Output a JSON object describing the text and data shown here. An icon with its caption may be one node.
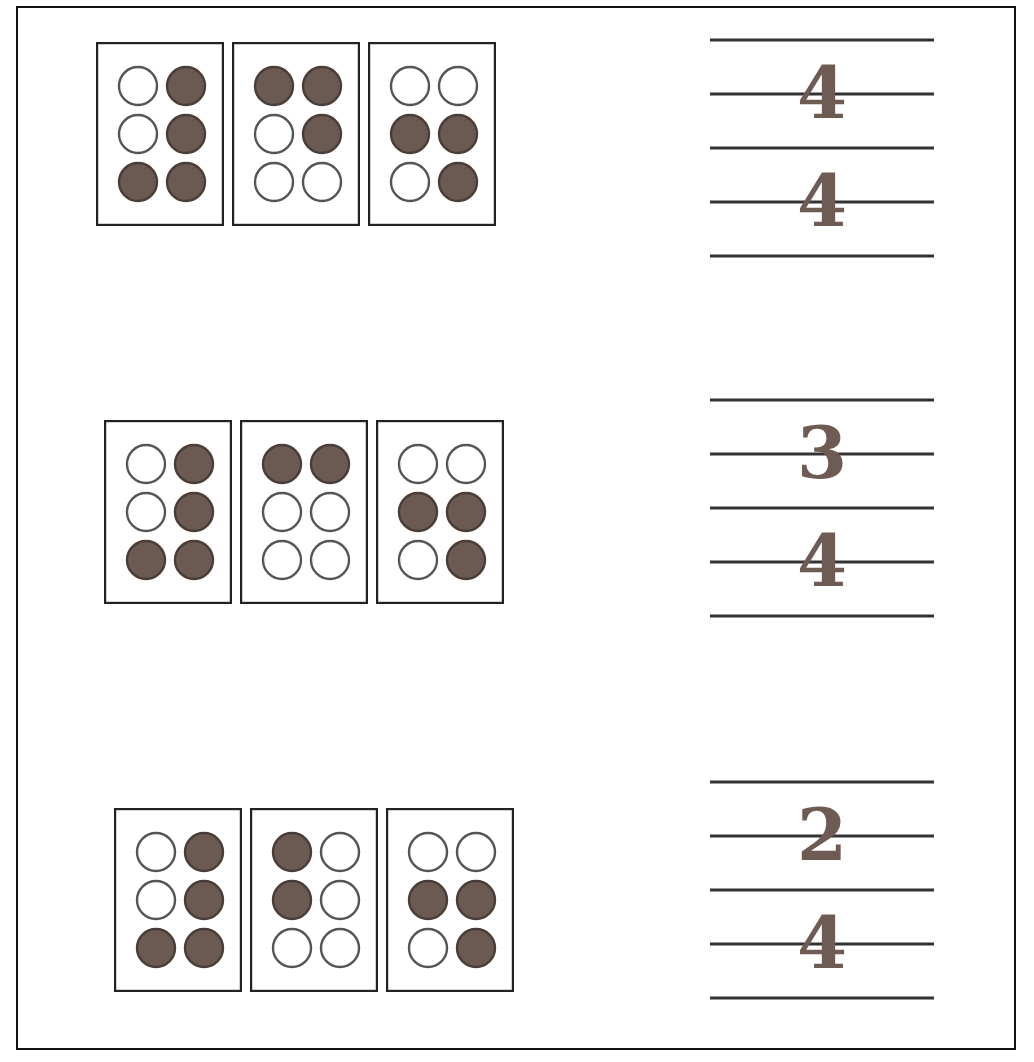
{
  "diagram": {
    "labels": [
      "4",
      "4",
      "3",
      "4",
      "2",
      "4"
    ]
  }
}
